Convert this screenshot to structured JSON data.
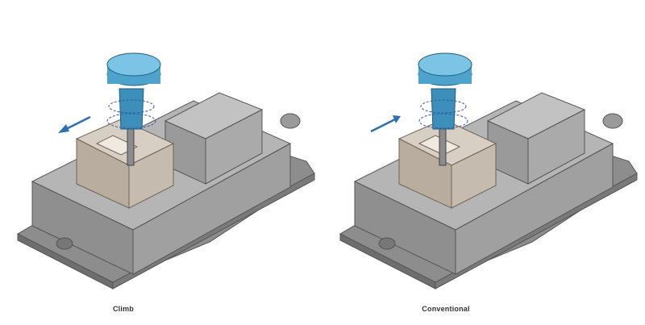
{
  "figure": {
    "panels": [
      {
        "label": "Climb",
        "feed_direction": "left"
      },
      {
        "label": "Conventional",
        "feed_direction": "right"
      }
    ],
    "colors": {
      "tool_body": "#4da3cc",
      "tool_top": "#7cc4e6",
      "vise_body": "#a9a9a9",
      "workpiece": "#c9bfb3",
      "arrow": "#2e6fb0",
      "chip_swirl": "#3b56a8"
    }
  }
}
